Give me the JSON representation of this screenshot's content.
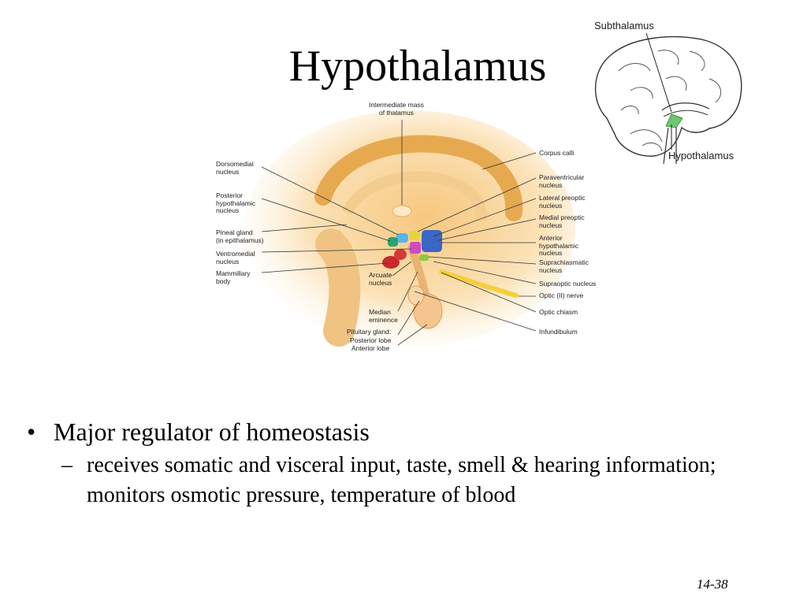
{
  "slide": {
    "title": "Hypothalamus",
    "page_number": "14-38"
  },
  "inset": {
    "subthalamus_label": "Subthalamus",
    "hypothalamus_label": "Hypothalamus"
  },
  "figure": {
    "top_label": "Intermediate mass\nof thalamus",
    "left_labels": {
      "dorsomedial": "Dorsomedial\nnucleus",
      "posterior": "Posterior\nhypothalamic\nnucleus",
      "pineal": "Pineal gland\n(in epithalamus)",
      "ventromedial": "Ventromedial\nnucleus",
      "mammillary": "Mammillary\nbody"
    },
    "bottom_labels": {
      "arcuate": "Arcuate\nnucleus",
      "median": "Median\neminence",
      "pituitary": "Pituitary gland:",
      "posterior_lobe": "Posterior lobe",
      "anterior_lobe": "Anterior lobe"
    },
    "right_labels": {
      "corpus": "Corpus calli",
      "paraventricular": "Paraventricular\nnucleus",
      "lateral_preoptic": "Lateral preoptic\nnucleus",
      "medial_preoptic": "Medial preoptic\nnucleus",
      "anterior": "Anterior\nhypothalamic\nnucleus",
      "suprachiasmatic": "Suprachiasmatic\nnucleus",
      "supraoptic": "Supraoptic nucleus",
      "optic_nerve": "Optic (II) nerve",
      "optic_chiasm": "Optic chiasm",
      "infundibulum": "Infundibulum"
    }
  },
  "bullets": [
    {
      "text": "Major regulator of homeostasis",
      "sub": [
        "receives somatic and visceral input, taste, smell & hearing information; monitors osmotic pressure, temperature of blood"
      ]
    }
  ]
}
